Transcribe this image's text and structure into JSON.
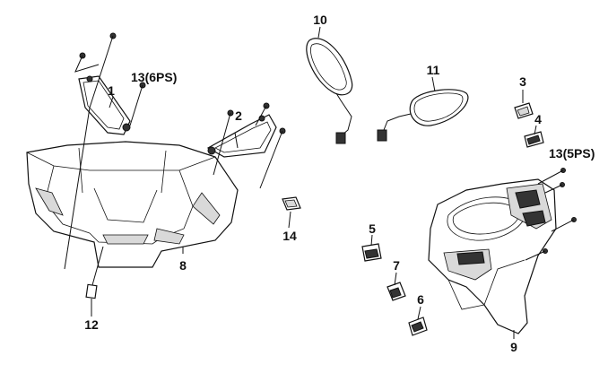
{
  "diagram": {
    "colors": {
      "ink": "#111111",
      "background": "#ffffff",
      "shade": "#d9d9d9",
      "dark_part": "#333333"
    },
    "callouts": [
      {
        "id": "c1",
        "label": "1"
      },
      {
        "id": "c2",
        "label": "2"
      },
      {
        "id": "c3",
        "label": "3"
      },
      {
        "id": "c4",
        "label": "4"
      },
      {
        "id": "c5",
        "label": "5"
      },
      {
        "id": "c6",
        "label": "6"
      },
      {
        "id": "c7",
        "label": "7"
      },
      {
        "id": "c8",
        "label": "8"
      },
      {
        "id": "c9",
        "label": "9"
      },
      {
        "id": "c10",
        "label": "10"
      },
      {
        "id": "c11",
        "label": "11"
      },
      {
        "id": "c12",
        "label": "12"
      },
      {
        "id": "c13a",
        "label": "13(6PS)"
      },
      {
        "id": "c13b",
        "label": "13(5PS)"
      },
      {
        "id": "c14",
        "label": "14"
      }
    ]
  }
}
